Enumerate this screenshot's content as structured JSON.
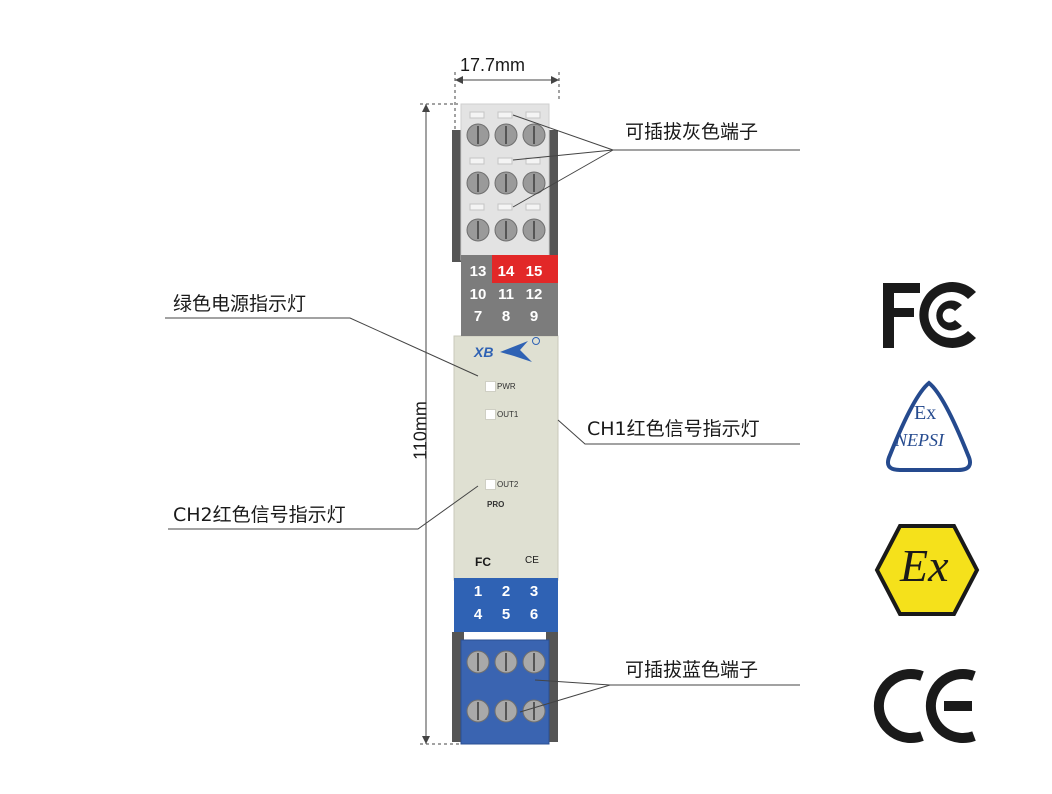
{
  "dimensions": {
    "width": "17.7mm",
    "height": "110mm"
  },
  "callouts": {
    "gray_terminal": "可插拔灰色端子",
    "green_led": "绿色电源指示灯",
    "ch1_led": "CH1红色信号指示灯",
    "ch2_led": "CH2红色信号指示灯",
    "blue_terminal": "可插拔蓝色端子"
  },
  "device": {
    "logo": "XB",
    "top_terminals": {
      "row1": [
        "13",
        "14",
        "15"
      ],
      "row2": [
        "10",
        "11",
        "12"
      ],
      "row3": [
        "7",
        "8",
        "9"
      ]
    },
    "bottom_terminals": {
      "row1": [
        "1",
        "2",
        "3"
      ],
      "row2": [
        "4",
        "5",
        "6"
      ]
    },
    "leds": {
      "pwr": "PWR",
      "out1": "OUT1",
      "out2": "OUT2",
      "pro": "PRO"
    },
    "small_marks": {
      "fc": "FC",
      "ce": "CE"
    }
  },
  "certifications": {
    "fc": "FC",
    "nepsi_top": "Ex",
    "nepsi_bottom": "NEPSI",
    "atex": "Ex",
    "ce": "CE"
  },
  "colors": {
    "gray_block": "#e3e3e3",
    "dark_gray": "#7c7c7c",
    "red": "#e22828",
    "body": "#dfe0d2",
    "blue": "#2f62b4",
    "atex_yellow": "#f5e11b",
    "nepsi_blue": "#254a8e"
  }
}
